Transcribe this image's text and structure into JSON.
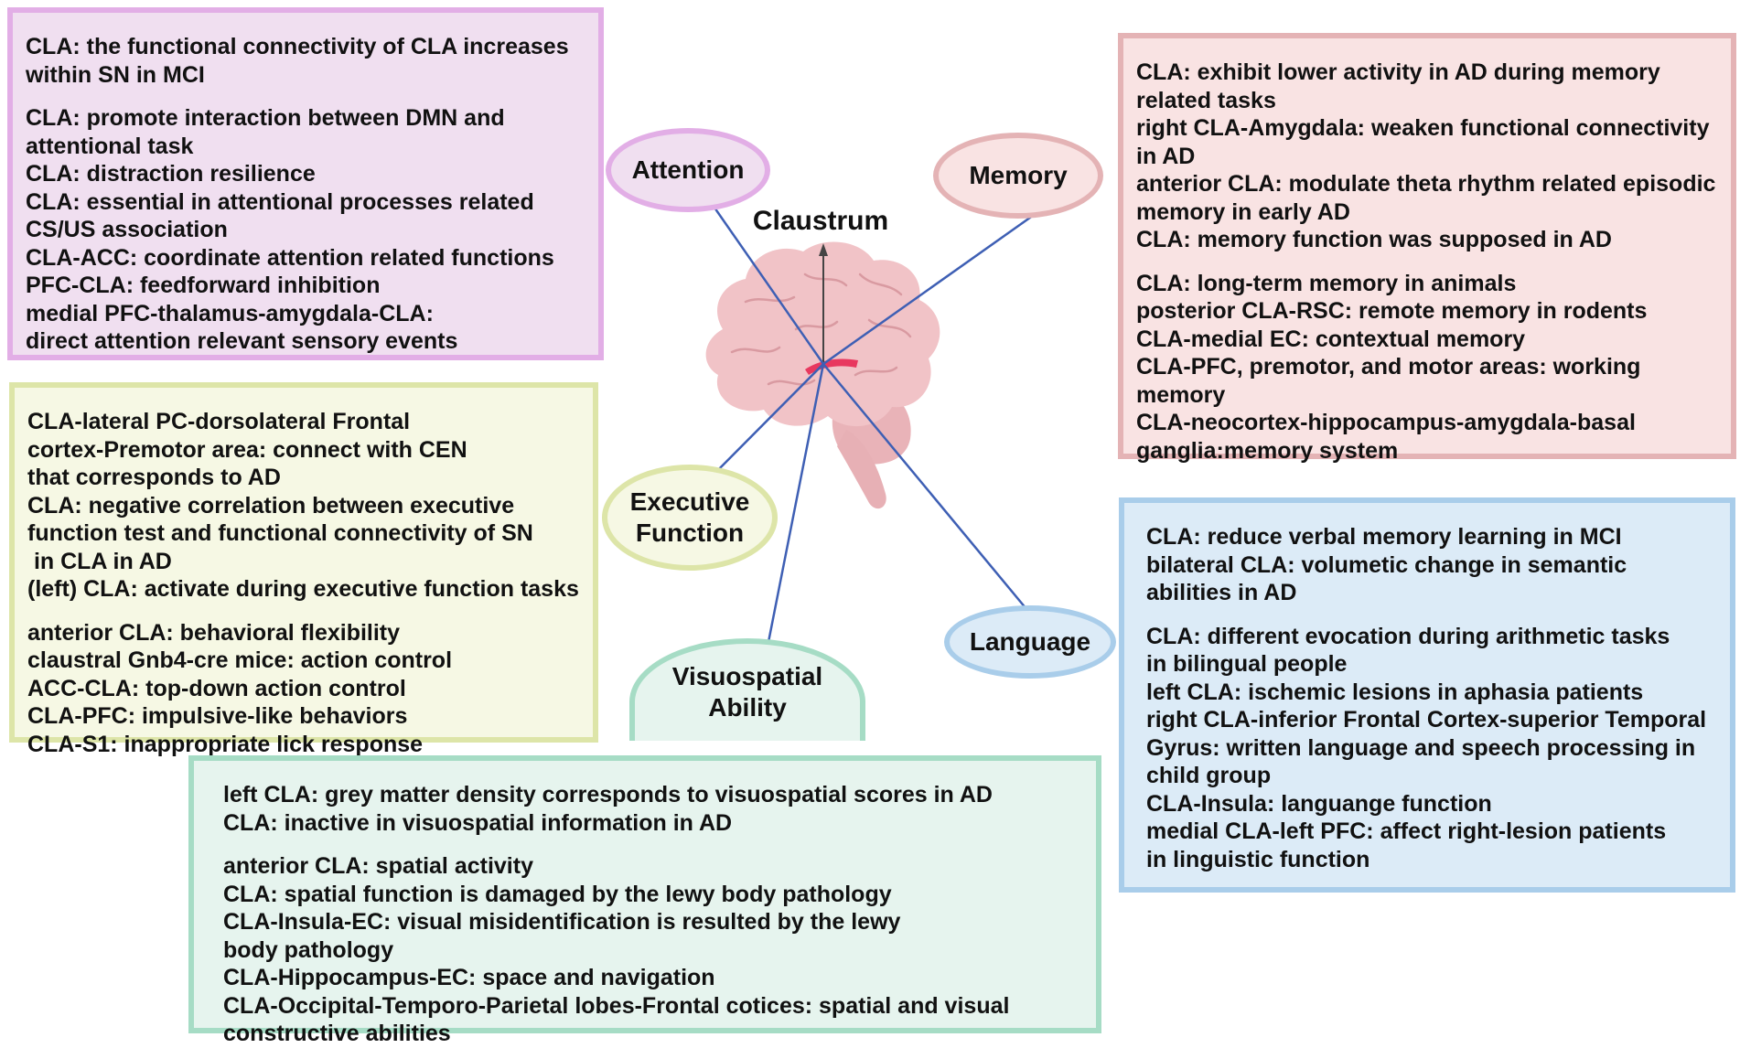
{
  "colors": {
    "attention_border": "#e2aee6",
    "attention_fill": "#f0dff0",
    "memory_border": "#e4b3b5",
    "memory_fill": "#f9e3e3",
    "executive_border": "#dde5a8",
    "executive_fill": "#f6f8e4",
    "language_border": "#a9cdea",
    "language_fill": "#dcebf7",
    "visuo_border": "#a6dcc5",
    "visuo_fill": "#e6f4ee",
    "connector": "#3e5fb4",
    "brain": "#f1c3c7",
    "claustrum": "#e8385f",
    "arrow": "#444444"
  },
  "center": {
    "label": "Claustrum",
    "icon": "brain-icon"
  },
  "attention": {
    "label": "Attention",
    "lines": [
      "CLA: the functional connectivity of CLA increases",
      "within SN in MCI",
      "",
      "CLA: promote interaction between DMN and",
      "attentional task",
      "CLA: distraction resilience",
      "CLA: essential in attentional processes related",
      "CS/US association",
      "CLA-ACC: coordinate attention related functions",
      "PFC-CLA: feedforward inhibition",
      "medial PFC-thalamus-amygdala-CLA:",
      "direct attention relevant sensory events"
    ]
  },
  "memory": {
    "label": "Memory",
    "lines": [
      "CLA: exhibit lower activity in AD during memory",
      "related tasks",
      "right CLA-Amygdala: weaken functional connectivity",
      "in AD",
      "anterior CLA: modulate theta rhythm related episodic",
      "memory in early AD",
      "CLA: memory function was supposed in AD",
      "",
      "CLA: long-term memory in animals",
      "posterior CLA-RSC: remote memory in rodents",
      "CLA-medial EC: contextual memory",
      "CLA-PFC, premotor, and motor areas: working",
      "memory",
      "CLA-neocortex-hippocampus-amygdala-basal",
      "ganglia:memory system"
    ]
  },
  "executive": {
    "label_line1": "Executive",
    "label_line2": "Function",
    "lines": [
      "CLA-lateral PC-dorsolateral Frontal",
      "cortex-Premotor area: connect with CEN",
      "that corresponds to AD",
      "CLA: negative correlation between executive",
      "function test and functional connectivity of SN",
      " in CLA in AD",
      "(left) CLA: activate during executive function tasks",
      "",
      "anterior CLA: behavioral flexibility",
      "claustral Gnb4-cre mice: action control",
      "ACC-CLA: top-down action control",
      "CLA-PFC: impulsive-like behaviors",
      "CLA-S1: inappropriate lick response"
    ]
  },
  "language": {
    "label": "Language",
    "lines": [
      "CLA: reduce verbal memory learning in MCI",
      "bilateral CLA: volumetic change in semantic",
      "abilities in AD",
      "",
      "CLA: different evocation during arithmetic tasks",
      "in bilingual people",
      "left CLA: ischemic lesions in aphasia patients",
      "right CLA-inferior Frontal Cortex-superior Temporal",
      "Gyrus: written language and speech processing in",
      "child group",
      "CLA-Insula: languange function",
      "medial CLA-left PFC: affect right-lesion patients",
      "in linguistic function"
    ]
  },
  "visuospatial": {
    "label_line1": "Visuospatial",
    "label_line2": "Ability",
    "lines": [
      "left CLA: grey matter density corresponds to visuospatial scores in AD",
      "CLA: inactive in visuospatial information in AD",
      "",
      "anterior CLA: spatial activity",
      "CLA: spatial function is damaged by the lewy body pathology",
      "CLA-Insula-EC: visual misidentification is resulted by the lewy",
      "body pathology",
      "CLA-Hippocampus-EC: space and navigation",
      "CLA-Occipital-Temporo-Parietal lobes-Frontal cotices: spatial and visual",
      "constructive abilities"
    ]
  }
}
